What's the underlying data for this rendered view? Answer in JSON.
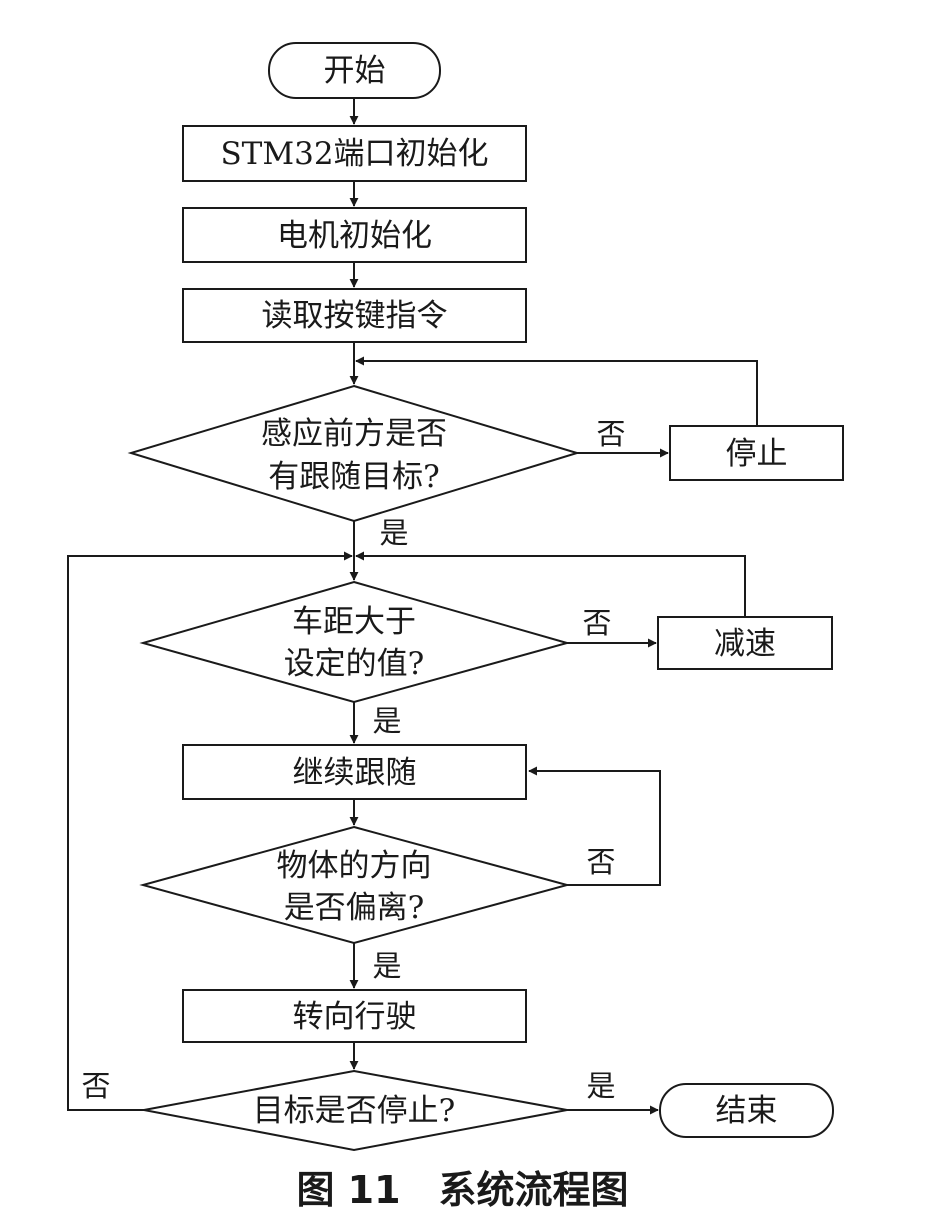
{
  "nodes": {
    "start": "开始",
    "init_port": "STM32端口初始化",
    "init_motor": "电机初始化",
    "read_key": "读取按键指令",
    "detect_target_line1": "感应前方是否",
    "detect_target_line2": "有跟随目标?",
    "stop": "停止",
    "distance_check_line1": "车距大于",
    "distance_check_line2": "设定的值?",
    "slow_down": "减速",
    "continue_follow": "继续跟随",
    "direction_check_line1": "物体的方向",
    "direction_check_line2": "是否偏离?",
    "turn_drive": "转向行驶",
    "target_stopped": "目标是否停止?",
    "end": "结束"
  },
  "edge_labels": {
    "detect_no": "否",
    "detect_yes": "是",
    "distance_no": "否",
    "distance_yes": "是",
    "direction_no": "否",
    "direction_yes": "是",
    "target_no": "否",
    "target_yes": "是"
  },
  "caption": "图 11　系统流程图"
}
